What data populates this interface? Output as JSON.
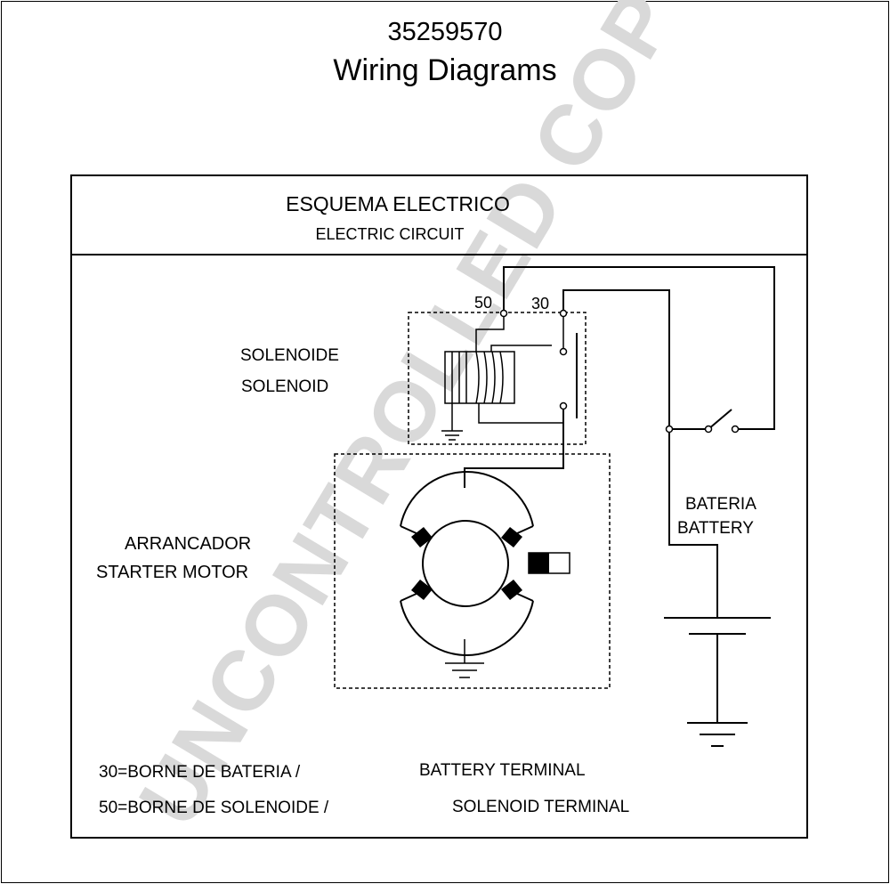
{
  "header": {
    "part_number": "35259570",
    "title": "Wiring Diagrams"
  },
  "diagram": {
    "heading_es": "ESQUEMA ELECTRICO",
    "heading_en": "ELECTRIC CIRCUIT",
    "solenoid_es": "SOLENOIDE",
    "solenoid_en": "SOLENOID",
    "starter_es": "ARRANCADOR",
    "starter_en": "STARTER MOTOR",
    "battery_es": "BATERIA",
    "battery_en": "BATTERY",
    "terminal_50": "50",
    "terminal_30": "30"
  },
  "legend": {
    "line1_es": "30=BORNE DE BATERIA /",
    "line1_en": "BATTERY TERMINAL",
    "line2_es": "50=BORNE DE SOLENOIDE /",
    "line2_en": "SOLENOID TERMINAL"
  },
  "watermark": "UNCONTROLLED COPY",
  "colors": {
    "line": "#000000",
    "watermark": "#d9d9d9"
  }
}
